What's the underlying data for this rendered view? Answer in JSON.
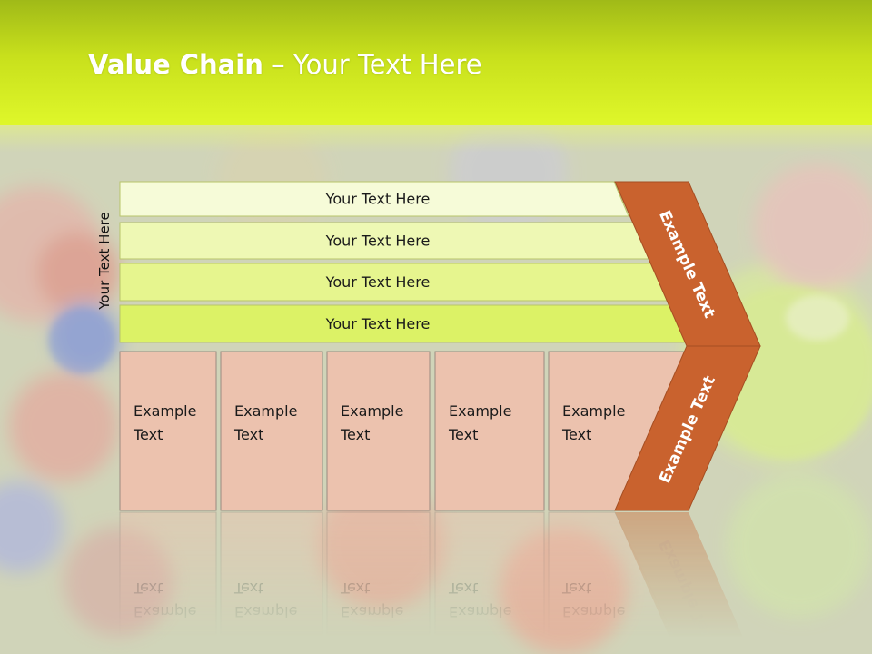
{
  "slide": {
    "title_bold": "Value Chain",
    "title_rest": " – Your Text Here",
    "side_label": "Your Text Here"
  },
  "bars": [
    {
      "label": "Your Text Here",
      "fill": "#f6fbd8"
    },
    {
      "label": "Your Text Here",
      "fill": "#eef8b4"
    },
    {
      "label": "Your Text Here",
      "fill": "#e6f58e"
    },
    {
      "label": "Your Text Here",
      "fill": "#dcf266"
    }
  ],
  "cells": [
    {
      "line1": "Example",
      "line2": "Text"
    },
    {
      "line1": "Example",
      "line2": "Text"
    },
    {
      "line1": "Example",
      "line2": "Text"
    },
    {
      "line1": "Example",
      "line2": "Text"
    },
    {
      "line1": "Example",
      "line2": "Text"
    }
  ],
  "chevron": {
    "upper_label": "Example Text",
    "lower_label": "Example Text",
    "color": "#c9622e"
  },
  "colors": {
    "header": "#cde61e",
    "cell_fill": "#ecc2ae",
    "cell_stroke": "#9a8a80"
  }
}
